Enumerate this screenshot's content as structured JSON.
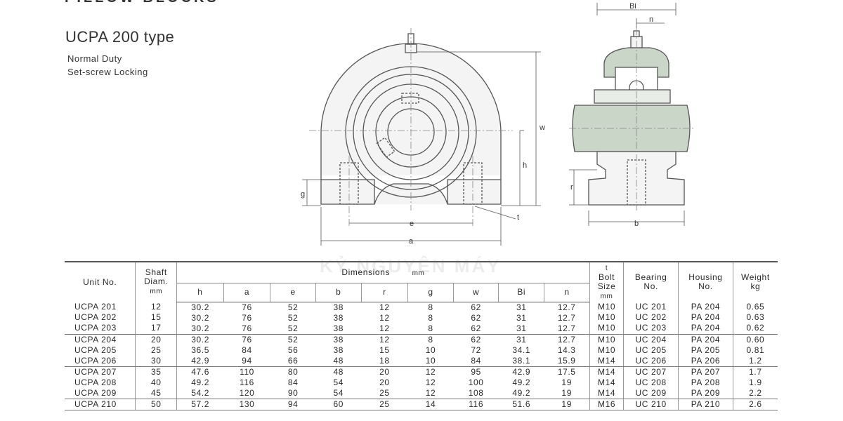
{
  "page": {
    "cut_title": "PILLOW BLOCKS",
    "title": "UCPA 200 type",
    "subtitle_1": "Normal Duty",
    "subtitle_2": "Set-screw Locking",
    "watermark": "KỶ NGUYÊN MÁY"
  },
  "drawing": {
    "labels": {
      "Bi": "Bi",
      "n": "n",
      "w": "w",
      "h": "h",
      "g": "g",
      "e": "e",
      "a": "a",
      "t": "t",
      "r": "r",
      "b": "b"
    },
    "colors": {
      "line": "#555555",
      "green": "#c9d6c8",
      "body": "#f4f4f4"
    }
  },
  "table": {
    "headers": {
      "unit_no": "Unit No.",
      "shaft_1": "Shaft",
      "shaft_2": "Diam.",
      "shaft_unit": "mm",
      "dimensions": "Dimensions",
      "dimensions_unit": "mm",
      "h": "h",
      "a": "a",
      "e": "e",
      "b": "b",
      "r": "r",
      "g": "g",
      "w": "w",
      "Bi": "Bi",
      "n": "n",
      "bolt_0": "t",
      "bolt_1": "Bolt",
      "bolt_2": "Size",
      "bolt_unit": "mm",
      "bearing_1": "Bearing",
      "bearing_2": "No.",
      "housing_1": "Housing",
      "housing_2": "No.",
      "weight_1": "Weight",
      "weight_2": "kg"
    },
    "groups": [
      [
        [
          "UCPA 201",
          "12",
          "30.2",
          "76",
          "52",
          "38",
          "12",
          "8",
          "62",
          "31",
          "12.7",
          "M10",
          "UC 201",
          "PA 204",
          "0.65"
        ],
        [
          "UCPA 202",
          "15",
          "30.2",
          "76",
          "52",
          "38",
          "12",
          "8",
          "62",
          "31",
          "12.7",
          "M10",
          "UC 202",
          "PA 204",
          "0.63"
        ],
        [
          "UCPA 203",
          "17",
          "30.2",
          "76",
          "52",
          "38",
          "12",
          "8",
          "62",
          "31",
          "12.7",
          "M10",
          "UC 203",
          "PA 204",
          "0.62"
        ]
      ],
      [
        [
          "UCPA 204",
          "20",
          "30.2",
          "76",
          "52",
          "38",
          "12",
          "8",
          "62",
          "31",
          "12.7",
          "M10",
          "UC 204",
          "PA 204",
          "0.60"
        ],
        [
          "UCPA 205",
          "25",
          "36.5",
          "84",
          "56",
          "38",
          "15",
          "10",
          "72",
          "34.1",
          "14.3",
          "M10",
          "UC 205",
          "PA 205",
          "0.81"
        ],
        [
          "UCPA 206",
          "30",
          "42.9",
          "94",
          "66",
          "48",
          "18",
          "10",
          "84",
          "38.1",
          "15.9",
          "M14",
          "UC 206",
          "PA 206",
          "1.2"
        ]
      ],
      [
        [
          "UCPA 207",
          "35",
          "47.6",
          "110",
          "80",
          "48",
          "20",
          "12",
          "95",
          "42.9",
          "17.5",
          "M14",
          "UC 207",
          "PA 207",
          "1.7"
        ],
        [
          "UCPA 208",
          "40",
          "49.2",
          "116",
          "84",
          "54",
          "20",
          "12",
          "100",
          "49.2",
          "19",
          "M14",
          "UC 208",
          "PA 208",
          "1.9"
        ],
        [
          "UCPA 209",
          "45",
          "54.2",
          "120",
          "90",
          "54",
          "25",
          "12",
          "108",
          "49.2",
          "19",
          "M14",
          "UC 209",
          "PA 209",
          "2.2"
        ]
      ],
      [
        [
          "UCPA 210",
          "50",
          "57.2",
          "130",
          "94",
          "60",
          "25",
          "14",
          "116",
          "51.6",
          "19",
          "M16",
          "UC 210",
          "PA 210",
          "2.6"
        ]
      ]
    ]
  }
}
